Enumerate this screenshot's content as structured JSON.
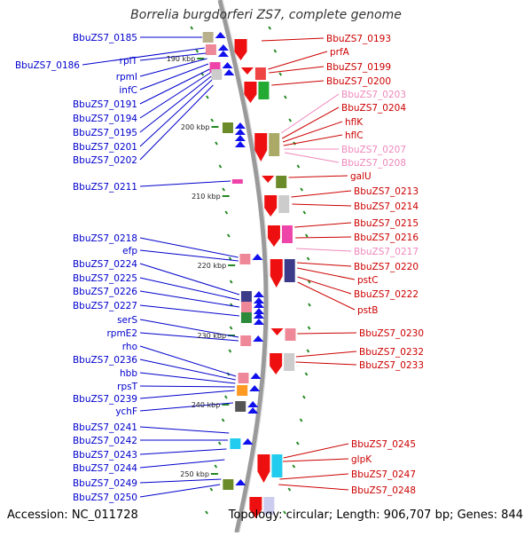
{
  "title": "Borrelia burgdorferi ZS7, complete genome",
  "footer": {
    "accession": "Accession: NC_011728",
    "topology": "Topology: circular; Length: 906,707 bp; Genes: 844"
  },
  "colors": {
    "left_label": "#0000cc",
    "right_label": "#cc0000",
    "pseudo_label": "#ee88bb",
    "forward_arrow": "#1010ee",
    "reverse_arrow": "#ee1010",
    "tick": "#228822",
    "backbone": "#9a9a9a"
  },
  "scale_labels": [
    "190 kbp",
    "200 kbp",
    "210 kbp",
    "220 kbp",
    "230 kbp",
    "240 kbp",
    "250 kbp"
  ],
  "left_genes": [
    "BbuZS7_0185",
    "BbuZS7_0186",
    "rplT",
    "rpmI",
    "infC",
    "BbuZS7_0191",
    "BbuZS7_0194",
    "BbuZS7_0195",
    "BbuZS7_0201",
    "BbuZS7_0202",
    "BbuZS7_0211",
    "BbuZS7_0218",
    "efp",
    "BbuZS7_0224",
    "BbuZS7_0225",
    "BbuZS7_0226",
    "BbuZS7_0227",
    "serS",
    "rpmE2",
    "rho",
    "BbuZS7_0236",
    "hbb",
    "rpsT",
    "BbuZS7_0239",
    "ychF",
    "BbuZS7_0241",
    "BbuZS7_0242",
    "BbuZS7_0243",
    "BbuZS7_0244",
    "BbuZS7_0249",
    "BbuZS7_0250"
  ],
  "right_genes": [
    "BbuZS7_0193",
    "prfA",
    "BbuZS7_0199",
    "BbuZS7_0200",
    "BbuZS7_0203",
    "BbuZS7_0204",
    "hflK",
    "hflC",
    "BbuZS7_0207",
    "BbuZS7_0208",
    "galU",
    "BbuZS7_0213",
    "BbuZS7_0214",
    "BbuZS7_0215",
    "BbuZS7_0216",
    "BbuZS7_0217",
    "BbuZS7_0220",
    "pstC",
    "BbuZS7_0222",
    "pstB",
    "BbuZS7_0230",
    "BbuZS7_0232",
    "BbuZS7_0233",
    "BbuZS7_0245",
    "glpK",
    "BbuZS7_0247",
    "BbuZS7_0248"
  ]
}
